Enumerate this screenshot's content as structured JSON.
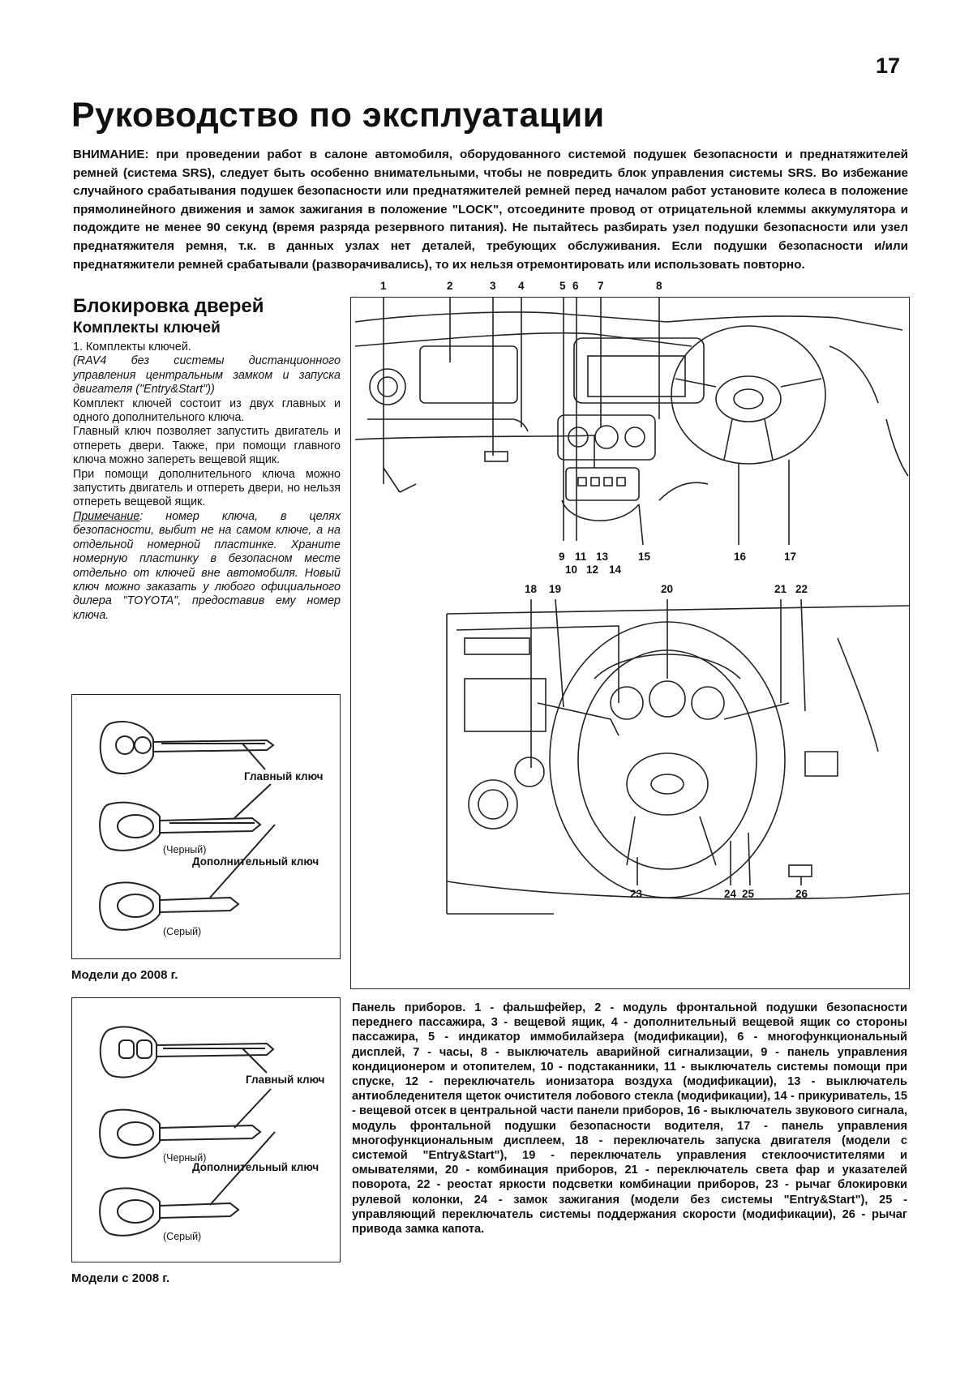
{
  "page_number": "17",
  "title": "Руководство по эксплуатации",
  "warning": {
    "label": "ВНИМАНИЕ:",
    "text": "при проведении работ в салоне автомобиля, оборудованного системой подушек безопасности и преднатяжителей ремней (система SRS), следует быть особенно внимательными, чтобы не повредить блок управления системы SRS. Во избежание случайного срабатывания подушек безопасности или преднатяжителей ремней перед началом работ установите колеса в положение прямолинейного движения и замок зажигания в положение \"LOCK\", отсоедините провод от отрицательной клеммы аккумулятора и подождите не менее 90 секунд (время разряда резервного питания). Не пытайтесь разбирать узел подушки безопасности или узел преднатяжителя ремня, т.к. в данных узлах нет деталей, требующих обслуживания. Если подушки безопасности и/или преднатяжители ремней срабатывали (разворачивались), то их нельзя отремонтировать или использовать повторно."
  },
  "section": {
    "heading": "Блокировка дверей",
    "subheading": "Комплекты ключей",
    "item_title": "1. Комплекты ключей.",
    "item_note": "(RAV4 без системы дистанционного управления центральным замком и запуска двигателя (\"Entry&Start\"))",
    "p1": "Комплект ключей состоит из двух главных и одного дополнительного ключа.",
    "p2": "Главный ключ позволяет запустить двигатель и отпереть двери. Также, при помощи главного ключа можно запереть вещевой ящик.",
    "p3": "При помощи дополнительного ключа можно запустить двигатель и отпереть двери, но нельзя отпереть вещевой ящик.",
    "note_label": "Примечание",
    "note_text": ": номер ключа, в целях безопасности, выбит не на самом ключе, а на отдельной номерной пластинке. Храните номерную пластинку в безопасном месте отдельно от ключей вне автомобиля. Новый ключ можно заказать у любого официального дилера \"TOYOTA\", предоставив ему номер ключа."
  },
  "keys_old": {
    "main_key_label": "Главный ключ",
    "black": "(Черный)",
    "extra_key_label": "Дополнительный ключ",
    "gray": "(Серый)",
    "caption": "Модели до 2008 г."
  },
  "keys_new": {
    "main_key_label": "Главный ключ",
    "black": "(Черный)",
    "extra_key_label": "Дополнительный ключ",
    "gray": "(Серый)",
    "caption": "Модели с 2008 г."
  },
  "dashboard": {
    "top_callouts": [
      "1",
      "2",
      "3",
      "4",
      "5",
      "6",
      "7",
      "8"
    ],
    "bottom_callouts_a": [
      "9",
      "11",
      "13",
      "15",
      "16",
      "17"
    ],
    "bottom_callouts_b": [
      "10",
      "12",
      "14"
    ],
    "zoom_top_callouts": [
      "18",
      "19",
      "20",
      "21",
      "22"
    ],
    "zoom_bottom_callouts": [
      "23",
      "24",
      "25",
      "26"
    ],
    "caption": "Панель приборов. 1 - фальшфейер, 2 - модуль фронтальной подушки безопасности переднего пассажира, 3 - вещевой ящик, 4 - дополнительный вещевой ящик со стороны пассажира, 5 - индикатор иммобилайзера (модификации), 6 - многофункциональный дисплей, 7 - часы, 8 - выключатель аварийной сигнализации, 9 - панель управления кондиционером и отопителем, 10 - подстаканники, 11 - выключатель системы помощи при спуске, 12 - переключатель ионизатора воздуха (модификации), 13 - выключатель антиобледенителя щеток очистителя лобового стекла (модификации), 14 - прикуриватель, 15 - вещевой отсек в центральной части панели приборов, 16 - выключатель звукового сигнала, модуль фронтальной подушки безопасности водителя, 17 - панель управления многофункциональным дисплеем, 18 - переключатель запуска двигателя (модели с системой \"Entry&Start\"), 19 - переключатель управления стеклоочистителями и омывателями, 20 - комбинация приборов, 21 - переключатель света фар и указателей поворота, 22 - реостат яркости подсветки комбинации приборов, 23 - рычаг блокировки рулевой колонки, 24 - замок зажигания (модели без системы \"Entry&Start\"), 25 - управляющий переключатель системы поддержания скорости (модификации), 26 - рычаг привода замка капота."
  }
}
